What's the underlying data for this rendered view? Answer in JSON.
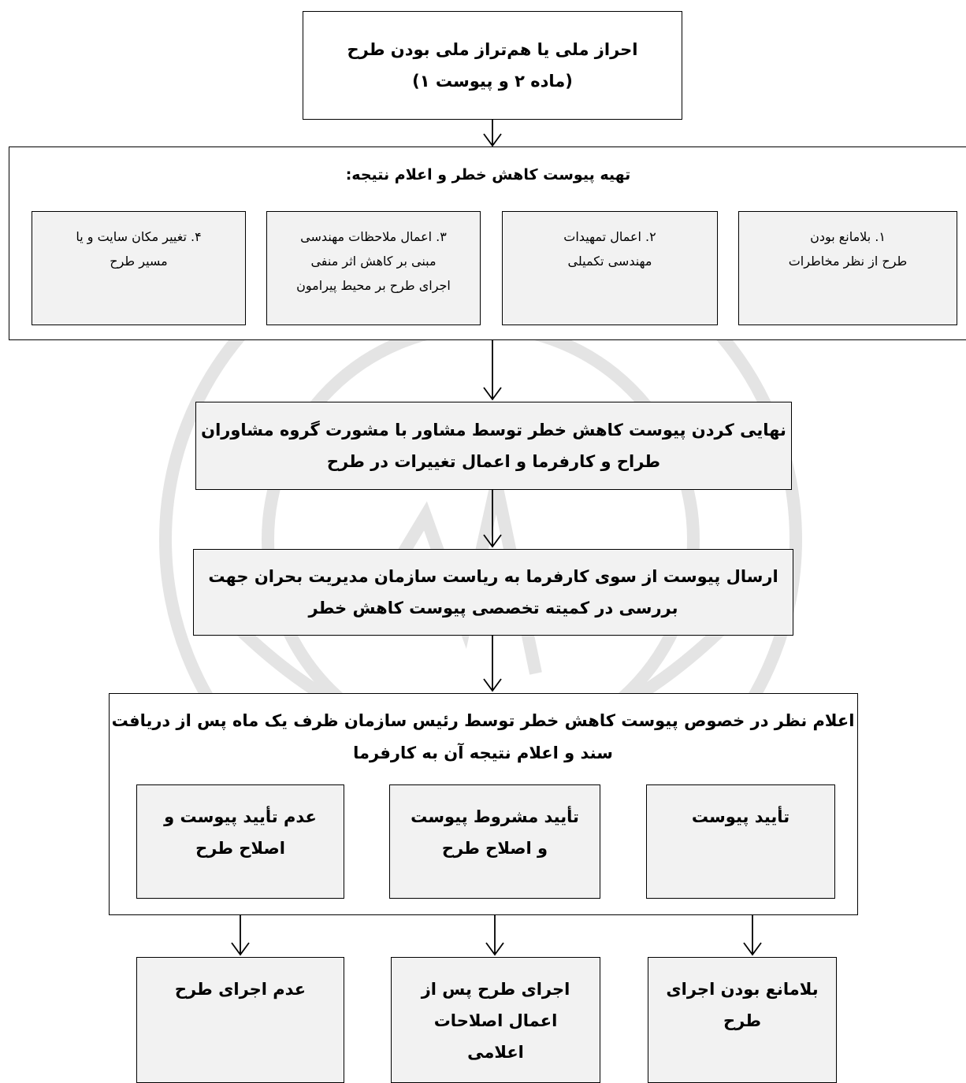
{
  "top_box": {
    "line1": "احراز ملی یا هم‌تراز ملی بودن طرح",
    "line2": "(ماده ۲ و پیوست ۱)"
  },
  "prepare_box": {
    "title": "تهیه پیوست کاهش خطر و اعلام نتیجه:",
    "options": [
      {
        "lines": [
          "۱.  بلامانع بودن",
          "طرح از نظر مخاطرات"
        ]
      },
      {
        "lines": [
          "۲. اعمال تمهیدات",
          "مهندسی تکمیلی"
        ]
      },
      {
        "lines": [
          "۳. اعمال ملاحظات مهندسی",
          "مبنی بر کاهش اثر منفی",
          "اجرای طرح بر محیط پیرامون"
        ]
      },
      {
        "lines": [
          "۴. تغییر مکان سایت و یا",
          "مسیر طرح"
        ]
      }
    ]
  },
  "finalize_box": {
    "line1": "نهایی کردن پیوست کاهش خطر توسط مشاور با مشورت گروه مشاوران",
    "line2": "طراح و کارفرما و اعمال تغییرات در طرح"
  },
  "send_box": {
    "line1": "ارسال پیوست از سوی کارفرما به ریاست سازمان مدیریت بحران جهت",
    "line2": "بررسی در کمیته تخصصی پیوست کاهش خطر"
  },
  "decision_box": {
    "line1": "اعلام نظر در خصوص پیوست کاهش خطر توسط رئیس سازمان ظرف یک ماه پس از دریافت",
    "line2": "سند و اعلام نتیجه آن به کارفرما",
    "options": [
      {
        "lines": [
          "تأیید پیوست"
        ]
      },
      {
        "lines": [
          "تأیید مشروط پیوست",
          "و اصلاح طرح"
        ]
      },
      {
        "lines": [
          "عدم تأیید پیوست و",
          "اصلاح طرح"
        ]
      }
    ]
  },
  "outcomes": [
    {
      "lines": [
        "بلامانع بودن اجرای",
        "طرح"
      ]
    },
    {
      "lines": [
        "اجرای طرح پس از",
        "اعمال اصلاحات",
        "اعلامی"
      ]
    },
    {
      "lines": [
        "عدم اجرای طرح"
      ]
    }
  ]
}
